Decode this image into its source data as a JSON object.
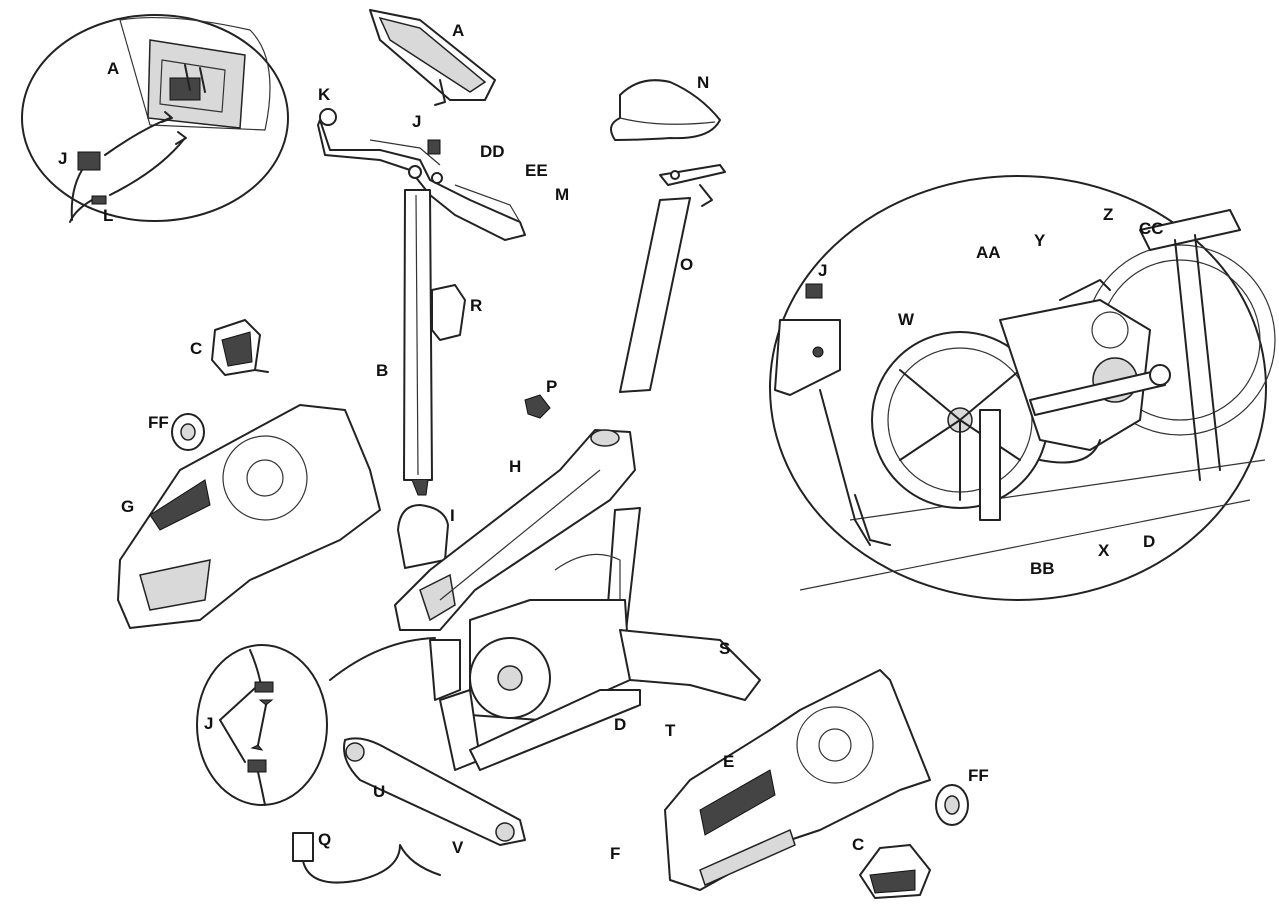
{
  "labels": {
    "A_top": "A",
    "A_inset": "A",
    "J_inset": "J",
    "L_inset": "L",
    "K": "K",
    "J_handlebar": "J",
    "DD": "DD",
    "EE": "EE",
    "M": "M",
    "N": "N",
    "O": "O",
    "R": "R",
    "B": "B",
    "C_left": "C",
    "FF_left": "FF",
    "G": "G",
    "P": "P",
    "H": "H",
    "I": "I",
    "S": "S",
    "T": "T",
    "D_frame": "D",
    "J_bottom_inset": "J",
    "U": "U",
    "V": "V",
    "Q": "Q",
    "E": "E",
    "F": "F",
    "FF_right": "FF",
    "C_right": "C",
    "J_right_inset": "J",
    "W": "W",
    "AA": "AA",
    "Y": "Y",
    "Z": "Z",
    "CC": "CC",
    "BB": "BB",
    "X": "X",
    "D_right_inset": "D"
  }
}
